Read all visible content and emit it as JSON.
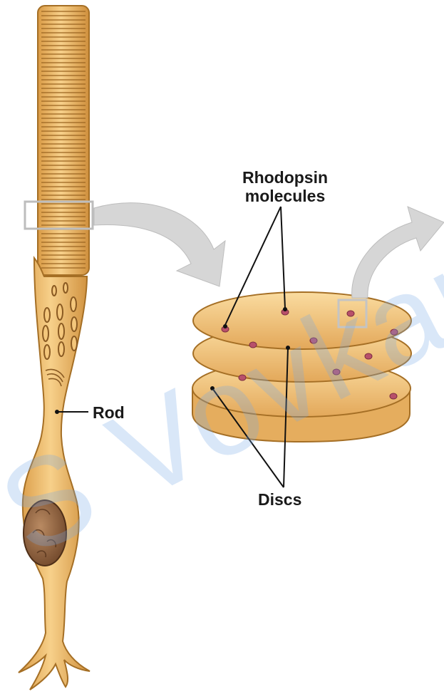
{
  "labels": {
    "rhodopsin_line1": "Rhodopsin",
    "rhodopsin_line2": "molecules",
    "rod": "Rod",
    "discs": "Discs"
  },
  "watermark": "S Vovkan",
  "colors": {
    "cell_fill": "#f2c06a",
    "cell_outline": "#b07a2a",
    "nucleus": "#8a5a3a",
    "rhodopsin": "#b8506a",
    "arrow": "#d2d2d2"
  }
}
